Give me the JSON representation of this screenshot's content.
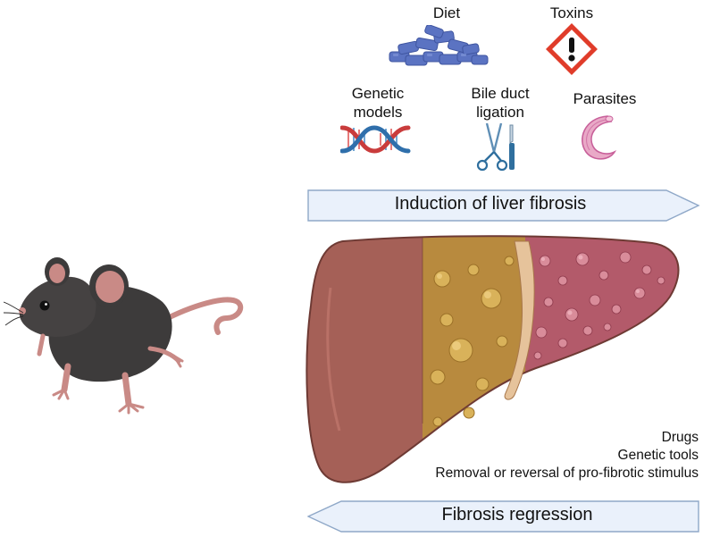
{
  "causes": {
    "diet": "Diet",
    "toxins": "Toxins",
    "genetic_models_line1": "Genetic",
    "genetic_models_line2": "models",
    "bile_duct_line1": "Bile duct",
    "bile_duct_line2": "ligation",
    "parasites": "Parasites"
  },
  "induction_arrow": {
    "label": "Induction of liver fibrosis",
    "fill": "#eaf1fb",
    "stroke": "#8fa8c8"
  },
  "treatments": {
    "drugs": "Drugs",
    "genetic_tools": "Genetic tools",
    "removal": "Removal or reversal of pro-fibrotic stimulus"
  },
  "regression_arrow": {
    "label": "Fibrosis regression",
    "fill": "#eaf1fb",
    "stroke": "#8fa8c8"
  },
  "icons": {
    "diet": "diet-pellets-icon",
    "toxins": "hazard-diamond-icon",
    "genetic": "dna-helix-icon",
    "bile_duct": "surgical-tools-icon",
    "parasites": "parasite-worm-icon",
    "mouse": "mouse-illustration",
    "liver": "liver-illustration"
  },
  "colors": {
    "healthy_liver": "#9e5a52",
    "steatotic_liver": "#b88a3e",
    "fibrotic_liver": "#b35a6a",
    "hazard_red": "#e03c2a"
  }
}
